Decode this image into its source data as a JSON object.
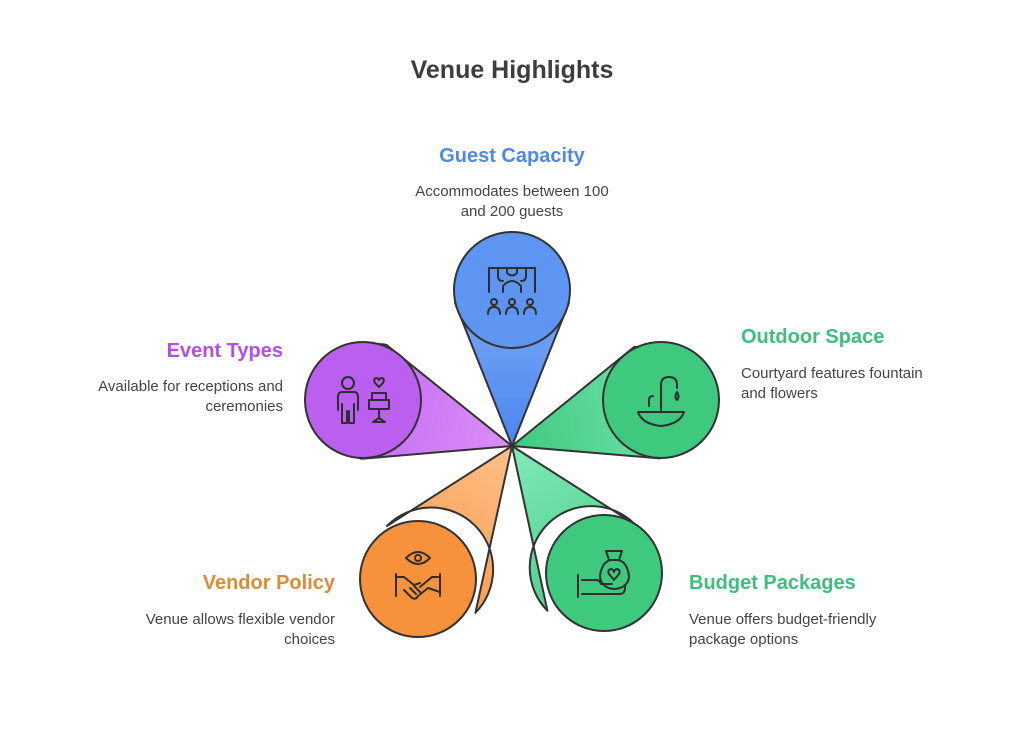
{
  "title": "Venue Highlights",
  "items": {
    "guest_capacity": {
      "heading": "Guest Capacity",
      "description_lines": [
        "Accommodates between 100",
        "and 200 guests"
      ],
      "color": "#4d8ae8",
      "icon": "seating-arrangement-icon"
    },
    "outdoor_space": {
      "heading": "Outdoor Space",
      "description_lines": [
        "Courtyard features fountain",
        "and flowers"
      ],
      "color": "#3dbf7e",
      "icon": "fountain-icon"
    },
    "budget_packages": {
      "heading": "Budget Packages",
      "description_lines": [
        "Venue offers budget-friendly",
        "package options"
      ],
      "color": "#3dbf7e",
      "icon": "money-bag-hand-icon"
    },
    "vendor_policy": {
      "heading": "Vendor Policy",
      "description_lines": [
        "Venue allows flexible vendor",
        "choices"
      ],
      "color": "#e08a37",
      "icon": "handshake-eye-icon"
    },
    "event_types": {
      "heading": "Event Types",
      "description_lines": [
        "Available for receptions and",
        "ceremonies"
      ],
      "color": "#b34fe6",
      "icon": "wedding-couple-cake-icon"
    }
  }
}
